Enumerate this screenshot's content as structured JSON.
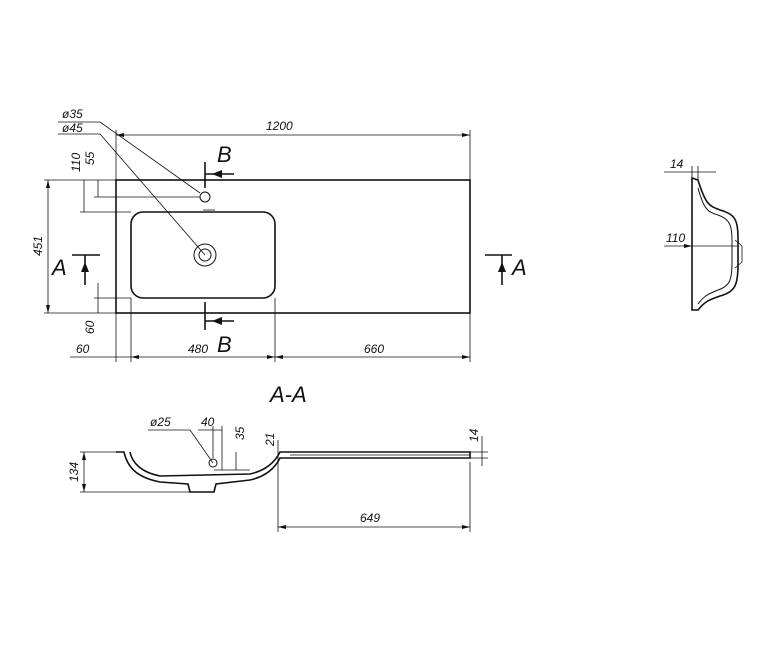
{
  "top_view": {
    "width": "1200",
    "depth": "451",
    "hole_small": "ø35",
    "hole_large": "ø45",
    "dim_110": "110",
    "dim_55": "55",
    "dim_60_v": "60",
    "dim_60_h": "60",
    "dim_480": "480",
    "dim_660": "660",
    "section_a": "A",
    "section_b": "B"
  },
  "side_view": {
    "dim_14": "14",
    "dim_110": "110"
  },
  "section_aa": {
    "title": "A-A",
    "drain": "ø25",
    "dim_40": "40",
    "dim_35": "35",
    "dim_21": "21",
    "dim_14": "14",
    "dim_134": "134",
    "dim_649": "649"
  }
}
